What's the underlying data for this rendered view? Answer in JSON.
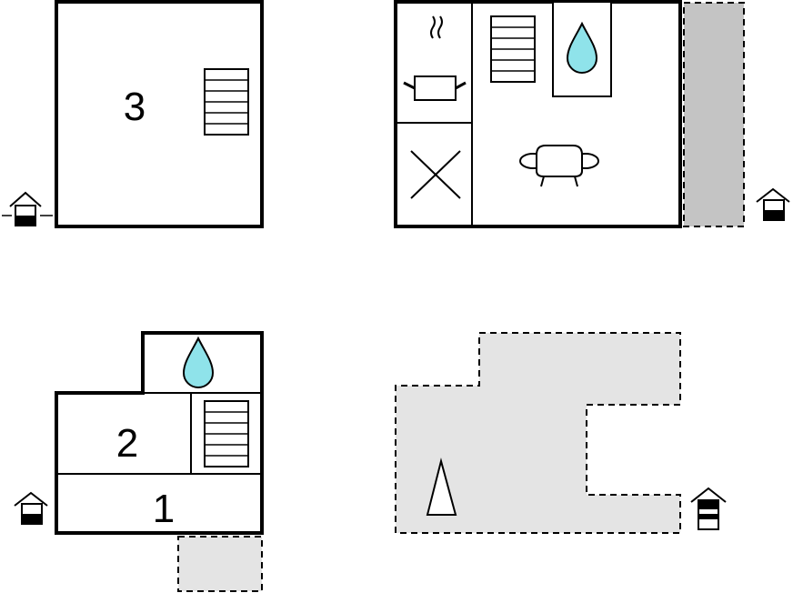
{
  "floor_plans": {
    "upper_left": {
      "room_label": "3"
    },
    "lower_left": {
      "room_labels": [
        "2",
        "1"
      ]
    }
  },
  "colors": {
    "water": "#8fe3ea",
    "terrace_dark": "#c4c4c4",
    "terrace_light": "#e4e4e4",
    "wall": "#000000"
  },
  "icons": [
    "stairs-icon",
    "water-drop-icon",
    "cooking-pot-icon",
    "sofa-icon",
    "bed-cross-icon",
    "house-entrance-icon",
    "tree-icon"
  ]
}
